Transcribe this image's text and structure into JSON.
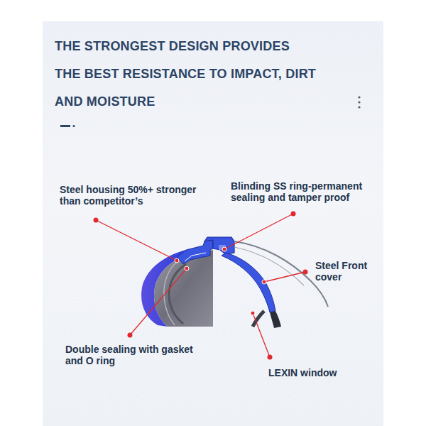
{
  "diagram": {
    "title": "THE STRONGEST DESIGN PROVIDES THE BEST RESISTANCE TO IMPACT, DIRT AND MOISTURE",
    "labels": [
      "Steel housing 50%+ stronger than competitor’s",
      "Blinding SS ring-permanent sealing and tamper proof",
      "Steel Front cover",
      "Double sealing with gasket and O ring",
      "LEXIN window"
    ]
  }
}
